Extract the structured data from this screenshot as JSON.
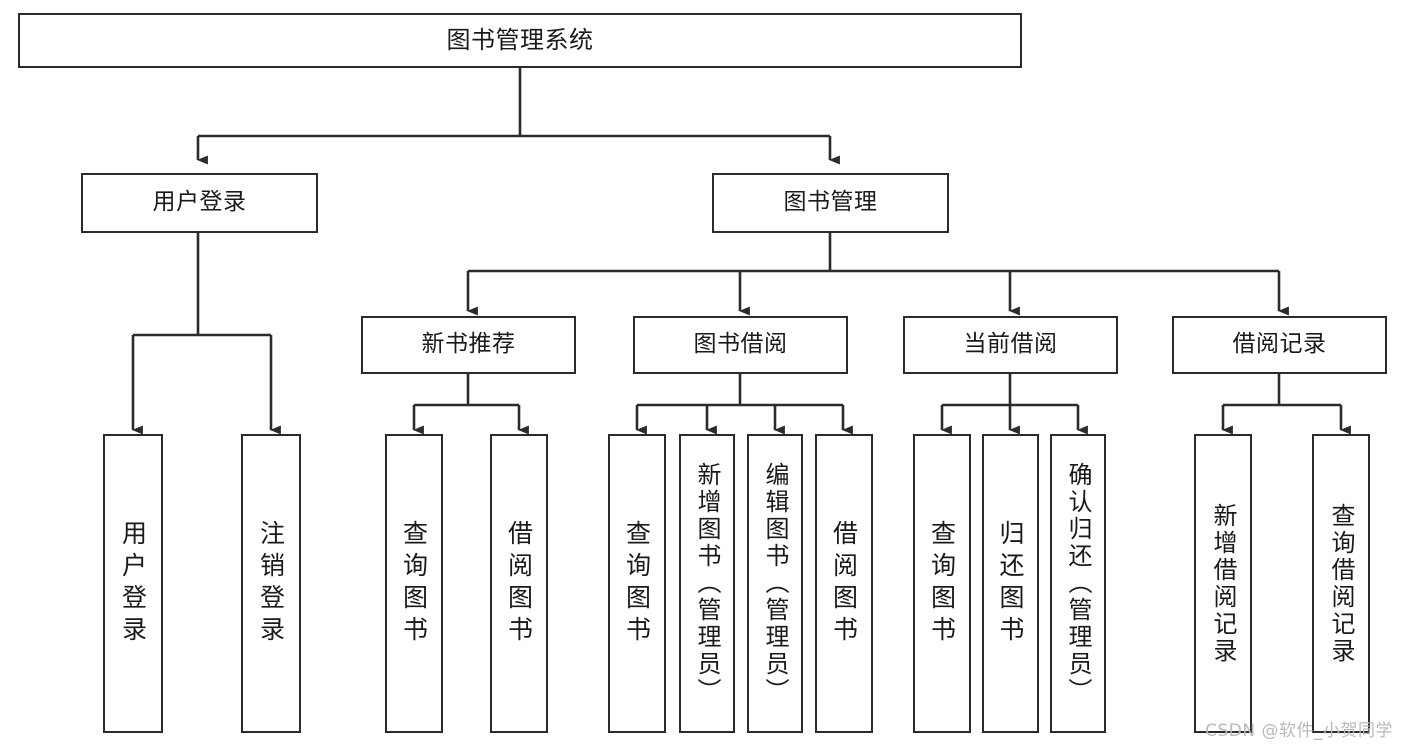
{
  "diagram": {
    "title": "图书管理系统",
    "type": "tree-hierarchy-diagram",
    "watermark": "CSDN @软件_小贺同学",
    "levels": {
      "root": {
        "label": "图书管理系统"
      },
      "level2": [
        {
          "label": "用户登录"
        },
        {
          "label": "图书管理"
        }
      ],
      "level3": [
        {
          "label": "新书推荐"
        },
        {
          "label": "图书借阅"
        },
        {
          "label": "当前借阅"
        },
        {
          "label": "借阅记录"
        }
      ],
      "leaves": {
        "user_login": [
          {
            "label": "用户登录"
          },
          {
            "label": "注销登录"
          }
        ],
        "new_book_recommend": [
          {
            "label": "查询图书"
          },
          {
            "label": "借阅图书"
          }
        ],
        "book_borrow": [
          {
            "label": "查询图书"
          },
          {
            "label": "新增图书（管理员）"
          },
          {
            "label": "编辑图书（管理员）"
          },
          {
            "label": "借阅图书"
          }
        ],
        "current_borrow": [
          {
            "label": "查询图书"
          },
          {
            "label": "归还图书"
          },
          {
            "label": "确认归还（管理员）"
          }
        ],
        "borrow_record": [
          {
            "label": "新增借阅记录"
          },
          {
            "label": "查询借阅记录"
          }
        ]
      }
    },
    "colors": {
      "border": "#2b2b2b",
      "text": "#1a1a1a",
      "background": "#ffffff",
      "watermark": "#b9b9b9"
    }
  }
}
